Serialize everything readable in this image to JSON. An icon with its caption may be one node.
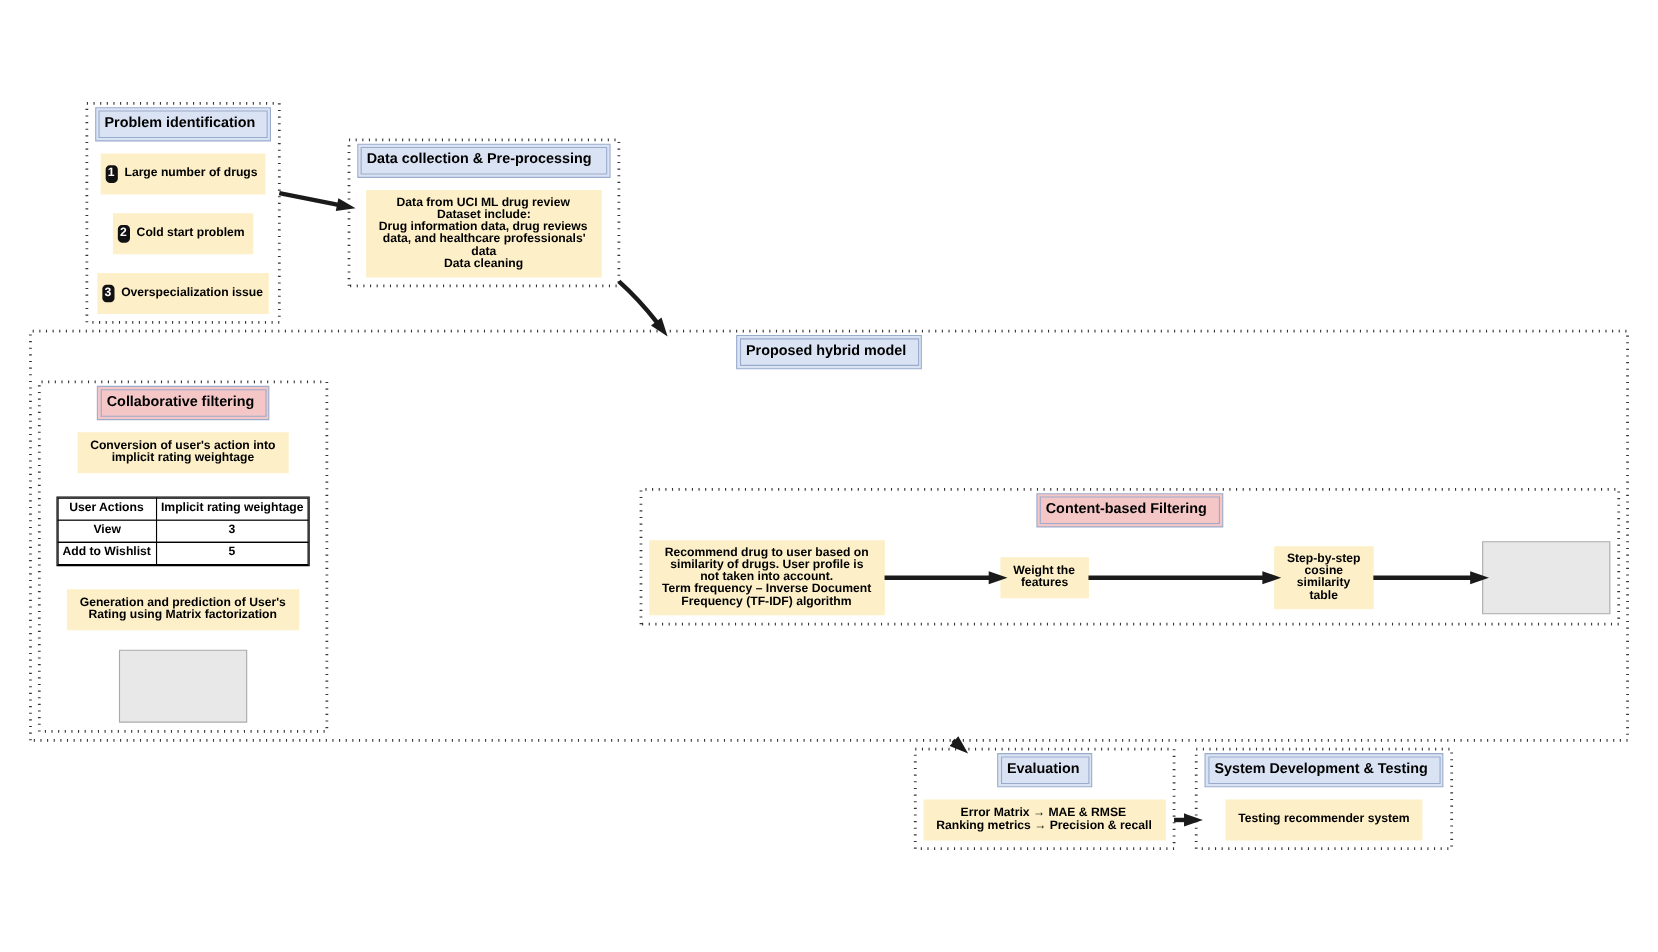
{
  "diagram": {
    "nodes": [
      {
        "text": [
          "Problem identification"
        ]
      },
      {
        "text": [
          "1",
          "Large number of drugs"
        ],
        "in": 0
      },
      {
        "text": [
          "2",
          "Cold start problem"
        ],
        "in": 0
      },
      {
        "text": [
          "3",
          "Overspecialization issue"
        ],
        "in": 0
      },
      {
        "text": [
          "Data collection & Pre-processing"
        ]
      },
      {
        "text": [
          "Data from UCI ML drug review",
          "Dataset include:",
          "Drug information data, drug reviews data, and healthcare professionals' data",
          "Data cleaning"
        ],
        "in": 4
      },
      {
        "text": [
          "Proposed hybrid model"
        ]
      },
      {
        "text": [
          "Content-based Filtering"
        ],
        "in": 6
      },
      {
        "text": [
          "Recommend drug to user based on similarity of drugs. User profile is not taken into account.",
          "Term frequency – Inverse Document Frequency (TF-IDF) algorithm"
        ],
        "in": 7
      },
      {
        "text": [
          "Weight the features"
        ],
        "in": 7
      },
      {
        "text": [
          "Step-by-step cosine similarity table"
        ],
        "in": 7
      },
      {
        "text": [],
        "shape": "box",
        "in": 7
      },
      {
        "text": [
          "Collaborative filtering"
        ],
        "in": 6
      },
      {
        "text": [
          "Conversion of user's action into implicit rating weightage"
        ],
        "in": 12
      },
      {
        "text": [
          "User Actions",
          "Implicit rating weightage",
          "View",
          "3",
          "Add to Wishlist",
          "5"
        ],
        "in": 12
      },
      {
        "text": [
          "Generation and prediction of User's Rating using Matrix factorization"
        ],
        "in": 12
      },
      {
        "text": [],
        "shape": "box",
        "in": 12
      },
      {
        "text": [
          "System Development & Testing"
        ]
      },
      {
        "text": [
          "Testing recommender system"
        ],
        "in": 17
      },
      {
        "text": [
          "Evaluation"
        ]
      },
      {
        "text": [
          "Error Matrix → MAE & RMSE",
          "Ranking metrics → Precision & recall"
        ],
        "in": 19
      }
    ],
    "edges": [
      {
        "from": 0,
        "to": 4,
        "arrow": "to"
      },
      {
        "from": 4,
        "to": 6,
        "arrow": "to"
      },
      {
        "from": 8,
        "to": 9,
        "arrow": "to"
      },
      {
        "from": 9,
        "to": 10,
        "arrow": "to"
      },
      {
        "from": 10,
        "to": 11,
        "arrow": "to"
      },
      {
        "from": 6,
        "to": 19,
        "arrow": "to"
      },
      {
        "from": 19,
        "to": 17,
        "arrow": "to"
      }
    ]
  }
}
